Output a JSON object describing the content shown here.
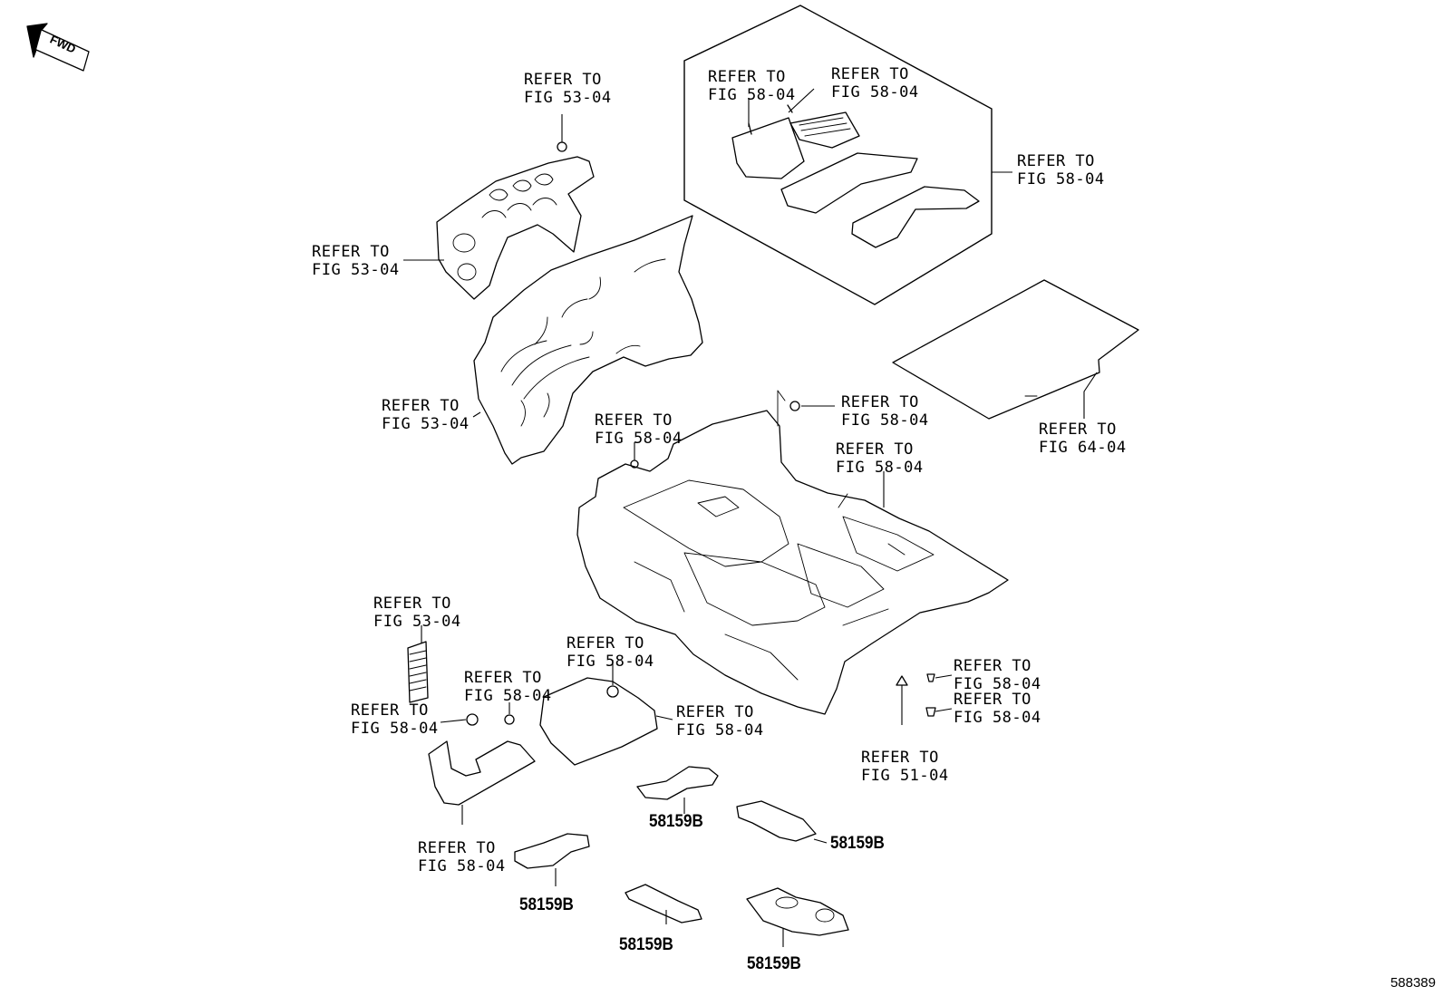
{
  "fwd_label": "FWD",
  "diagram_number": "588389",
  "refs": {
    "r1": [
      "REFER TO",
      "FIG 53-04"
    ],
    "r2": [
      "REFER TO",
      "FIG 53-04"
    ],
    "r3": [
      "REFER TO",
      "FIG 53-04"
    ],
    "r4": [
      "REFER TO",
      "FIG 58-04"
    ],
    "r5": [
      "REFER TO",
      "FIG 58-04"
    ],
    "r6": [
      "REFER TO",
      "FIG 58-04"
    ],
    "r7": [
      "REFER TO",
      "FIG 58-04"
    ],
    "r8": [
      "REFER TO",
      "FIG 58-04"
    ],
    "r9": [
      "REFER TO",
      "FIG 64-04"
    ],
    "r10": [
      "REFER TO",
      "FIG 58-04"
    ],
    "r11": [
      "REFER TO",
      "FIG 53-04"
    ],
    "r12": [
      "REFER TO",
      "FIG 58-04"
    ],
    "r13": [
      "REFER TO",
      "FIG 58-04"
    ],
    "r14": [
      "REFER TO",
      "FIG 58-04"
    ],
    "r15": [
      "REFER TO",
      "FIG 58-04"
    ],
    "r16": [
      "REFER TO",
      "FIG 58-04"
    ],
    "r17": [
      "REFER TO",
      "FIG 58-04"
    ],
    "r18": [
      "REFER TO",
      "FIG 51-04"
    ],
    "r19": [
      "REFER TO",
      "FIG 58-04"
    ]
  },
  "part_numbers": {
    "p1": "58159B",
    "p2": "58159B",
    "p3": "58159B",
    "p4": "58159B",
    "p5": "58159B"
  }
}
